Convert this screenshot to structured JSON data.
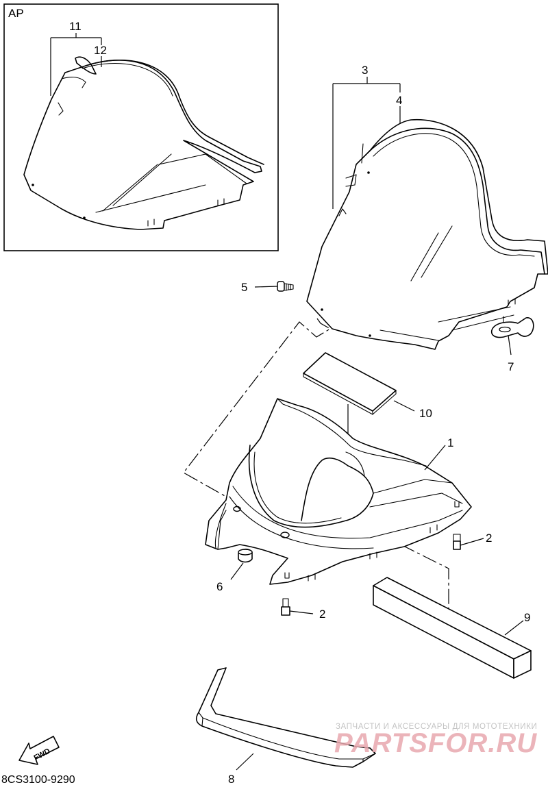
{
  "inset": {
    "label": "AP"
  },
  "callouts": {
    "p1": "1",
    "p2a": "2",
    "p2b": "2",
    "p3": "3",
    "p4": "4",
    "p5": "5",
    "p6": "6",
    "p7": "7",
    "p8": "8",
    "p9": "9",
    "p10": "10",
    "p11": "11",
    "p12": "12"
  },
  "fwd_label": "FWD",
  "diagram_code": "8CS3100-9290",
  "watermark": {
    "tagline": "ЗАПЧАСТИ И АКСЕССУАРЫ ДЛЯ МОТОТЕХНИКИ",
    "brand": "PARTSFOR.RU",
    "color": "#e8a8ae"
  }
}
